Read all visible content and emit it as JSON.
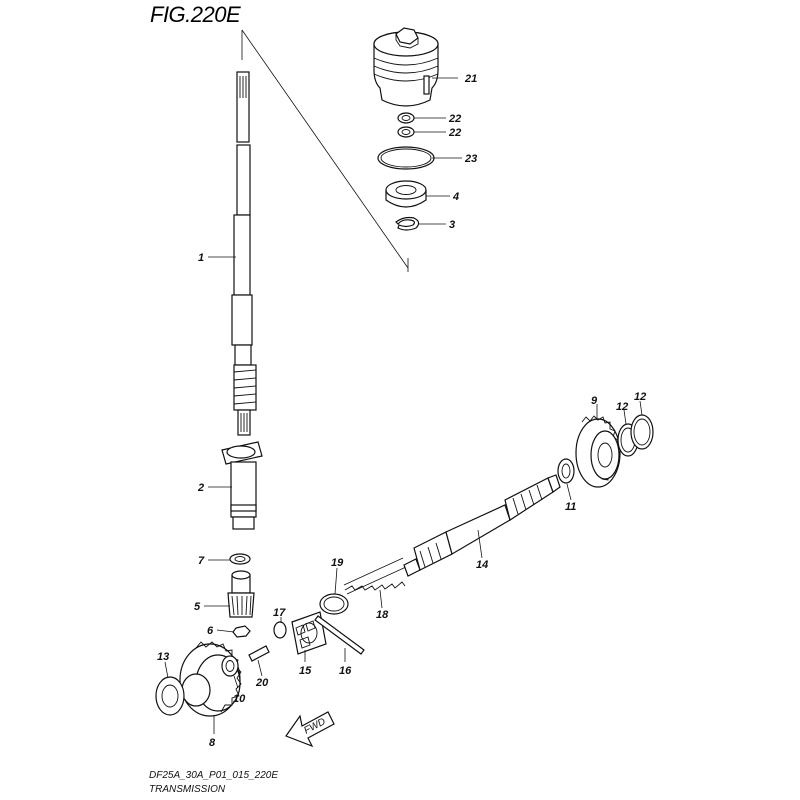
{
  "figure": {
    "title": "FIG.220E",
    "code": "DF25A_30A_P01_015_220E",
    "subtitle": "TRANSMISSION",
    "fwd_label": "FWD"
  },
  "callouts": {
    "c21": "21",
    "c22a": "22",
    "c22b": "22",
    "c23": "23",
    "c4": "4",
    "c3": "3",
    "c1": "1",
    "c2": "2",
    "c7": "7",
    "c5": "5",
    "c6": "6",
    "c13": "13",
    "c10": "10",
    "c8": "8",
    "c20": "20",
    "c17": "17",
    "c15": "15",
    "c16": "16",
    "c19": "19",
    "c18": "18",
    "c14": "14",
    "c9": "9",
    "c12a": "12",
    "c12b": "12",
    "c11": "11"
  }
}
